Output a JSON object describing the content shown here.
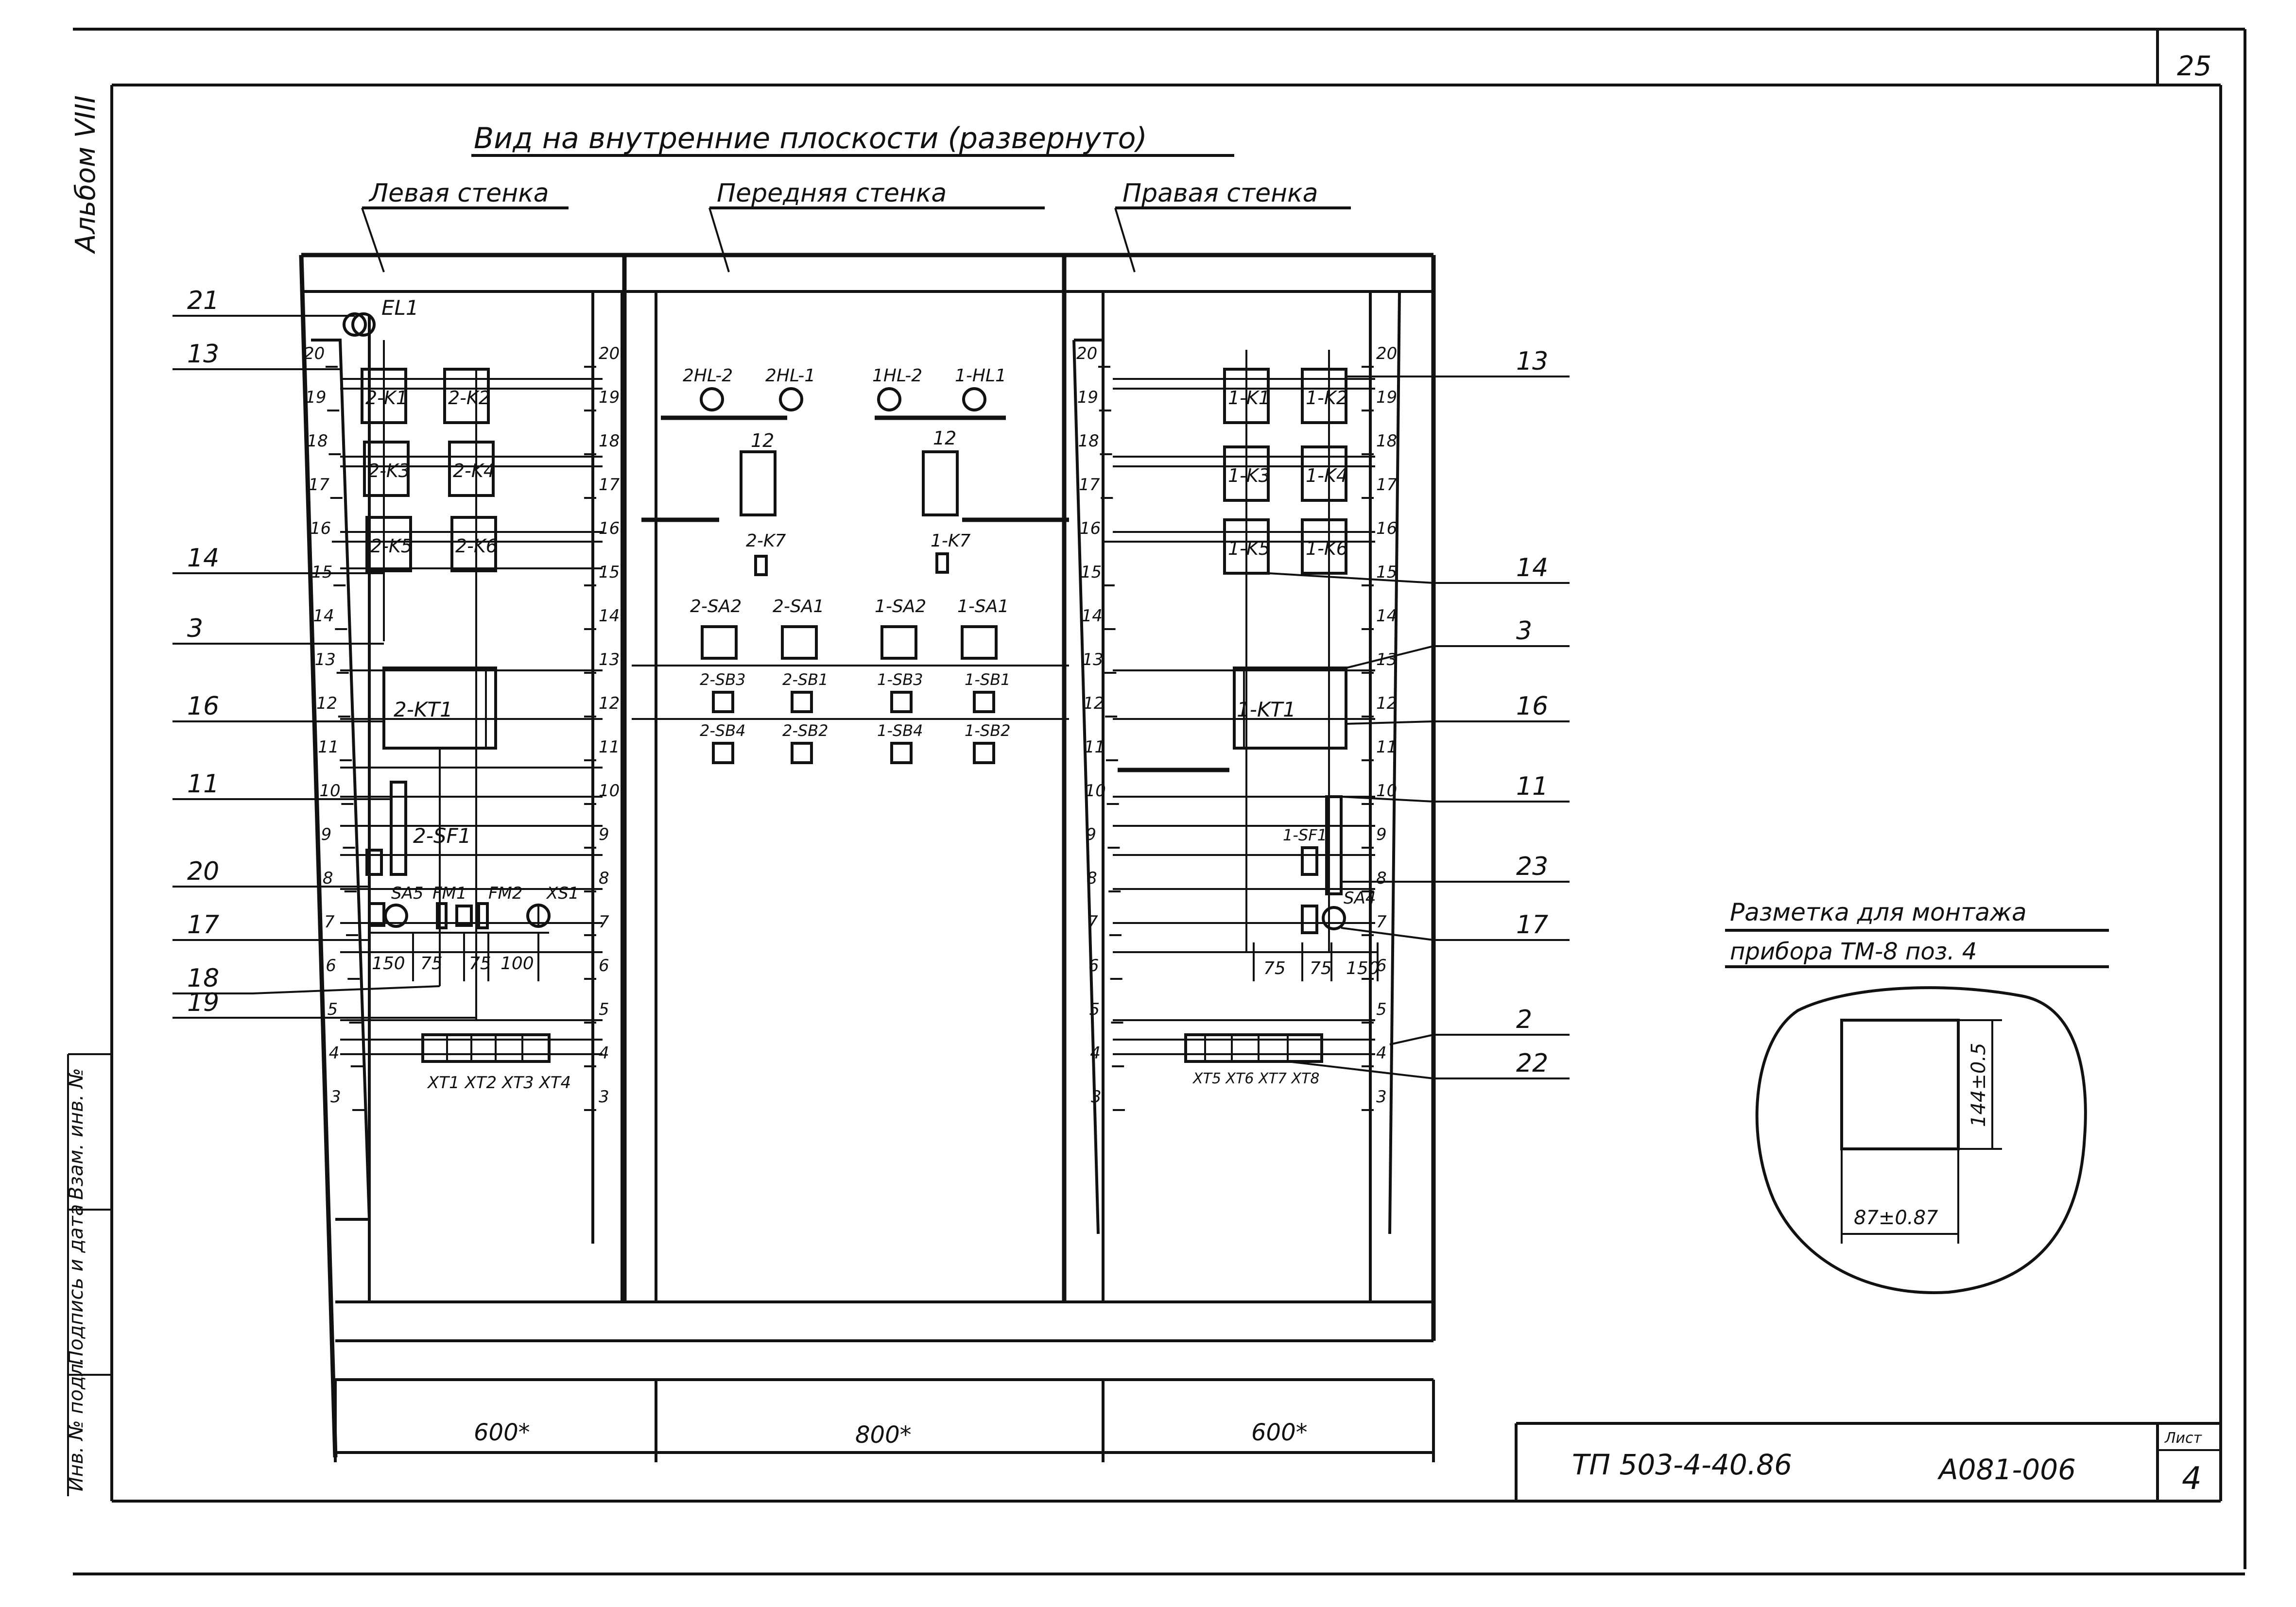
{
  "sheet_corner_number": "25",
  "side_stamp": "Альбом VIII",
  "side_columns": [
    "Инв. № подл.",
    "Подпись и дата",
    "Взам. инв. №"
  ],
  "title": "Вид на внутренние плоскости (развернуто)",
  "walls": {
    "left": "Левая стенка",
    "front": "Передняя стенка",
    "right": "Правая стенка"
  },
  "left_panel": {
    "lamp": "EL1",
    "relays": [
      "2-K1",
      "2-K2",
      "2-K3",
      "2-K4",
      "2-K5",
      "2-K6"
    ],
    "timer": "2-KT1",
    "breaker": "2-SF1",
    "terminal_label": "XT1 XT2 XT3 XT4",
    "small_parts": [
      "SA5",
      "FM1",
      "FM2",
      "XS1"
    ],
    "dims": [
      "150",
      "75",
      "75",
      "100"
    ]
  },
  "front_panel": {
    "lamps": [
      "2HL-2",
      "2HL-1",
      "1HL-2",
      "1-HL1"
    ],
    "device_pos": [
      "12",
      "12"
    ],
    "relays": [
      "2-K7",
      "1-K7"
    ],
    "switches": [
      "2-SA2",
      "2-SA1",
      "1-SA2",
      "1-SA1"
    ],
    "buttons_row1": [
      "2-SB3",
      "2-SB1",
      "1-SB3",
      "1-SB1"
    ],
    "buttons_row2": [
      "2-SB4",
      "2-SB2",
      "1-SB4",
      "1-SB2"
    ]
  },
  "right_panel": {
    "relays": [
      "1-K1",
      "1-K2",
      "1-K3",
      "1-K4",
      "1-K5",
      "1-K6"
    ],
    "timer": "1-KT1",
    "breaker": "1-SF1",
    "small_parts": [
      "SA4"
    ],
    "dims": [
      "75",
      "75",
      "150"
    ],
    "terminal_label": "XT5 XT6 XT7 XT8"
  },
  "rail_numbers": [
    "20",
    "19",
    "18",
    "17",
    "16",
    "15",
    "14",
    "13",
    "12",
    "11",
    "10",
    "9",
    "8",
    "7",
    "6",
    "5",
    "4",
    "3"
  ],
  "callouts_left": [
    "21",
    "13",
    "14",
    "3",
    "16",
    "11",
    "20",
    "17",
    "18",
    "19"
  ],
  "callouts_right": [
    "13",
    "14",
    "3",
    "16",
    "11",
    "23",
    "17",
    "2",
    "22"
  ],
  "bottom_dims": [
    "600*",
    "800*",
    "600*"
  ],
  "markup": {
    "title_line1": "Разметка для монтажа",
    "title_line2": "прибора ТМ-8 поз. 4",
    "width_dim": "87±0.87",
    "height_dim": "144±0.5"
  },
  "title_block": {
    "project": "ТП 503-4-40.86",
    "code": "А081-006",
    "sheet_label": "Лист",
    "sheet_number": "4"
  }
}
